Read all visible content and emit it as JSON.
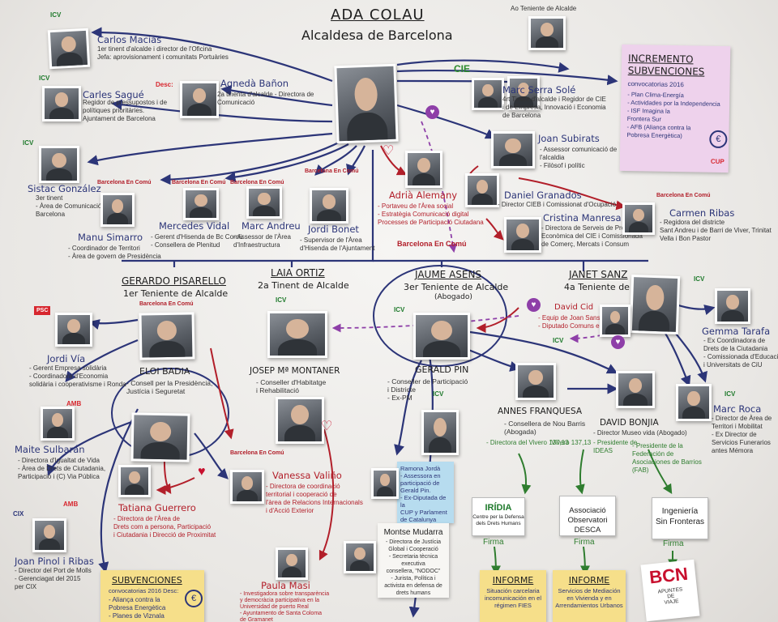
{
  "header": {
    "name": "ADA COLAU",
    "title": "Alcaldesa de Barcelona"
  },
  "teniente_label": "Ao Teniente de Alcalde",
  "people": {
    "carlos": {
      "name": "Carlos Macías",
      "role": [
        "1er tinent d'alcalde i director de l'Oficina",
        "Jefa: aprovisionament i comunitats Portuàries"
      ]
    },
    "sague": {
      "name": "Carles Sagué",
      "role": [
        "Regidor de pressupostos i de",
        "polítiques prioritàries.",
        "Ajuntament de Barcelona"
      ]
    },
    "agneda": {
      "name": "Agnedà Bañon",
      "role": [
        "2a tinenta d'alcalde - Directora de",
        "Comunicació"
      ]
    },
    "sistac": {
      "name": "Sistac González",
      "role": [
        "3er tinent",
        "- Àrea de Comunicació de",
        "Barcelona"
      ]
    },
    "manu": {
      "name": "Manu Simarro",
      "role": [
        "- Coordinador de Territori",
        "- Àrea de govern de Presidència"
      ]
    },
    "mercedes": {
      "name": "Mercedes Vidal",
      "role": [
        "- Gerent d'Hisenda de Bc Comú",
        "- Consellera de Plenitud"
      ]
    },
    "andreu": {
      "name": "Marc Andreu",
      "role": [
        "- Assessor de l'Àrea",
        "d'Infraestructura"
      ]
    },
    "bonet": {
      "name": "Jordi Bonet",
      "role": [
        "- Supervisor de l'Àrea",
        "d'Hisenda de l'Ajuntament"
      ]
    },
    "serra": {
      "name": "Marc Serra Solé",
      "role": [
        "4rt Tinent d'alcalde i Regidor de CIE",
        "i de Empresa, Innovació i Economia",
        "de Barcelona"
      ]
    },
    "subirats": {
      "name": "Joan Subirats",
      "role": [
        "- Assessor comunicació de",
        "l'alcaldia",
        "- Filòsof i polític"
      ]
    },
    "granados": {
      "name": "Daniel Granados",
      "role": [
        "- Director CIEB i Comissionat d'Ocupació"
      ]
    },
    "manresa": {
      "name": "Cristina Manresa",
      "role": [
        "- Directora de Serveis de Promoció",
        "Econòmica del CIE i Comissionada",
        "de Comerç, Mercats i Consum"
      ]
    },
    "ribas": {
      "name": "Carmen Ribas",
      "role": [
        "- Regidora del districte",
        "Sant Andreu i de Barri de Viver, Trinitat",
        "Vella i Bon Pastor"
      ]
    },
    "alemany": {
      "name": "Adrià Alemany",
      "role": [
        "- Portaveu de l'Àrea social",
        "- Estratègia Comunicació digital",
        "Processes de Participació Ciutadana"
      ]
    },
    "pisarello": {
      "name": "GERARDO PISARELLO",
      "role": [
        "1er Teniente de Alcalde"
      ]
    },
    "ortiz": {
      "name": "LAIA ORTIZ",
      "role": [
        "2a Tinent de Alcalde"
      ]
    },
    "asens": {
      "name": "JAUME ASENS",
      "role": [
        "3er Teniente de Alcalde",
        "(Abogado)"
      ]
    },
    "sanz": {
      "name": "JANET SANZ",
      "role": [
        "4a Teniente de Alcalde"
      ]
    },
    "cid": {
      "name": "David Cid",
      "role": [
        "- Equip de Joan Sans",
        "- Diputado Comuns en Comú"
      ]
    },
    "tarafa": {
      "name": "Gemma Tarafa",
      "role": [
        "- Ex Coordinadora de",
        "Drets de la Ciutadania",
        "- Comissionada d'Educació",
        "i Universitats de CiU"
      ]
    },
    "via": {
      "name": "Jordi Vía",
      "role": [
        "- Gerent Empresa solidària",
        "- Coordinadora d'Economia",
        "solidària i cooperativisme i Ronda"
      ]
    },
    "badia": {
      "name": "ELOI BADIA",
      "role": [
        "- Consell per la Presidència,",
        "Justícia i Seguretat"
      ]
    },
    "montaner": {
      "name": "JOSEP Mª MONTANER",
      "role": [
        "- Conseller d'Habitatge",
        "i Rehabilitació"
      ]
    },
    "pin": {
      "name": "GERALD PIN",
      "role": [
        "- Conseller de Participació",
        "i Districte",
        "- Ex-PM"
      ]
    },
    "franquesa": {
      "name": "ANNES FRANQUESA",
      "role": [
        "- Consellera de Nou Barris",
        "(Abogada)"
      ]
    },
    "bonjia": {
      "name": "DAVID BONJIA",
      "role": [
        "- Director Museo vida (Abogado)"
      ]
    },
    "roca": {
      "name": "Marc Roca",
      "role": [
        "- Director de Àrea de",
        "Territori i Mobilitat",
        "- Ex Director de",
        "Servicios Funerarios",
        "antes Mémora"
      ]
    },
    "subaran": {
      "name": "Maite Sulbarán",
      "role": [
        "- Directora d'Igualtat de Vida",
        "- Àrea de Drets de Ciutadania,",
        "Participació i (C) Via Pública"
      ]
    },
    "valino": {
      "name": "Vanessa Valiño",
      "role": [
        "- Directora de coordinació",
        "territorial i cooperació de",
        "l'àrea de Relacions Internacionals",
        "i d'Acció Exterior"
      ]
    },
    "guerrero": {
      "name": "Tatiana Guerrero",
      "role": [
        "- Directora de l'Àrea de",
        "Drets com a persona, Participació",
        "i Ciutadania i Direcció de Proximitat"
      ]
    },
    "pinol": {
      "name": "Joan Pinol i Ribas",
      "role": [
        "- Director del Port de Molls",
        "- Gerenciagat del 2015",
        "per CIX"
      ]
    },
    "masi": {
      "name": "Paula Masi",
      "role": [
        "- Investigadora sobre transparència",
        "y democràcia participativa en la",
        "Universidad de puerto Real",
        "- Ayuntamento de Santa Coloma",
        "de Gramanet"
      ]
    },
    "mudarra": {
      "name": "Montse Mudarra",
      "role": [
        "- Directora de Justícia",
        "Global i Cooperació",
        "- Secretaria tècnica executiva",
        "consellera, \"NODOC\"",
        "- Jurista, Política i",
        "activista en defensa de",
        "drets humans"
      ]
    }
  },
  "extra_labels": {
    "franquesa_v": "- Directora del Vivero 137,13",
    "vivero": "Vivero 137,13",
    "bonjia_pres": [
      "- Presidente de",
      "IDEAS"
    ],
    "bonjia_fed": [
      "- Presidente de la",
      "Federación de",
      "Asociaciones de Barrios",
      "(FAB)"
    ]
  },
  "sticky_notes": {
    "jorda": [
      "Ramona Jordà",
      "- Assessora en",
      "participació de",
      "Gerald Pin.",
      "- Ex-Diputada de la",
      "CUP y Parlament",
      "de Catalunya"
    ]
  },
  "incremento": {
    "title": [
      "INCREMENTO",
      "SUBVENCIONES"
    ],
    "sub": "convocatorias 2016",
    "items": [
      "- Plan Clima-Energía",
      "- Actividades por la Independencia",
      "- ISF Imagina la",
      "Frontera Sur",
      "- AFB (Aliança contra la",
      "Pobresa Energètica)"
    ]
  },
  "subvenciones": {
    "title": "SUBVENCIONES",
    "sub": "convocatorias 2016 Desc:",
    "items": [
      "- Aliança contra la",
      "Pobresa Energètica",
      "- Planes de Viznala"
    ]
  },
  "orgs": {
    "iridia": {
      "name": "IRÍDIA",
      "sub": [
        "Centre per la Defensa",
        "dels Drets Humans"
      ]
    },
    "desca": {
      "name": [
        "Associació",
        "Observatori DESCA"
      ]
    },
    "isf": {
      "name": [
        "Ingeniería",
        "Sin Fronteras"
      ]
    }
  },
  "firma": "Firma",
  "informes": [
    {
      "title": "INFORME",
      "text": [
        "Situación carcelaria",
        "incomunicación en el",
        "régimen FIES"
      ]
    },
    {
      "title": "INFORME",
      "text": [
        "Servicios de Mediación",
        "en Vivienda y en",
        "Arrendamientos Urbanos"
      ]
    }
  ],
  "bcn": {
    "text": "BCN",
    "sub": [
      "APUNTES",
      "DE",
      "VIAJE"
    ]
  },
  "party_tags": {
    "icv": "ICV",
    "cie": "CIE",
    "bec": "Barcelona En Comú",
    "psc": "PSC",
    "amb": "AMB",
    "cix": "CIX",
    "cup": "CUP",
    "esc": "Desc:"
  },
  "colors": {
    "ink": "#2c3578",
    "red": "#b21f2a",
    "purple": "#8e3fa8",
    "green": "#2f7d2f",
    "sticky_yellow": "#f6df8a",
    "sticky_pink": "#eed2ec",
    "sticky_blue": "#b7dcef"
  }
}
